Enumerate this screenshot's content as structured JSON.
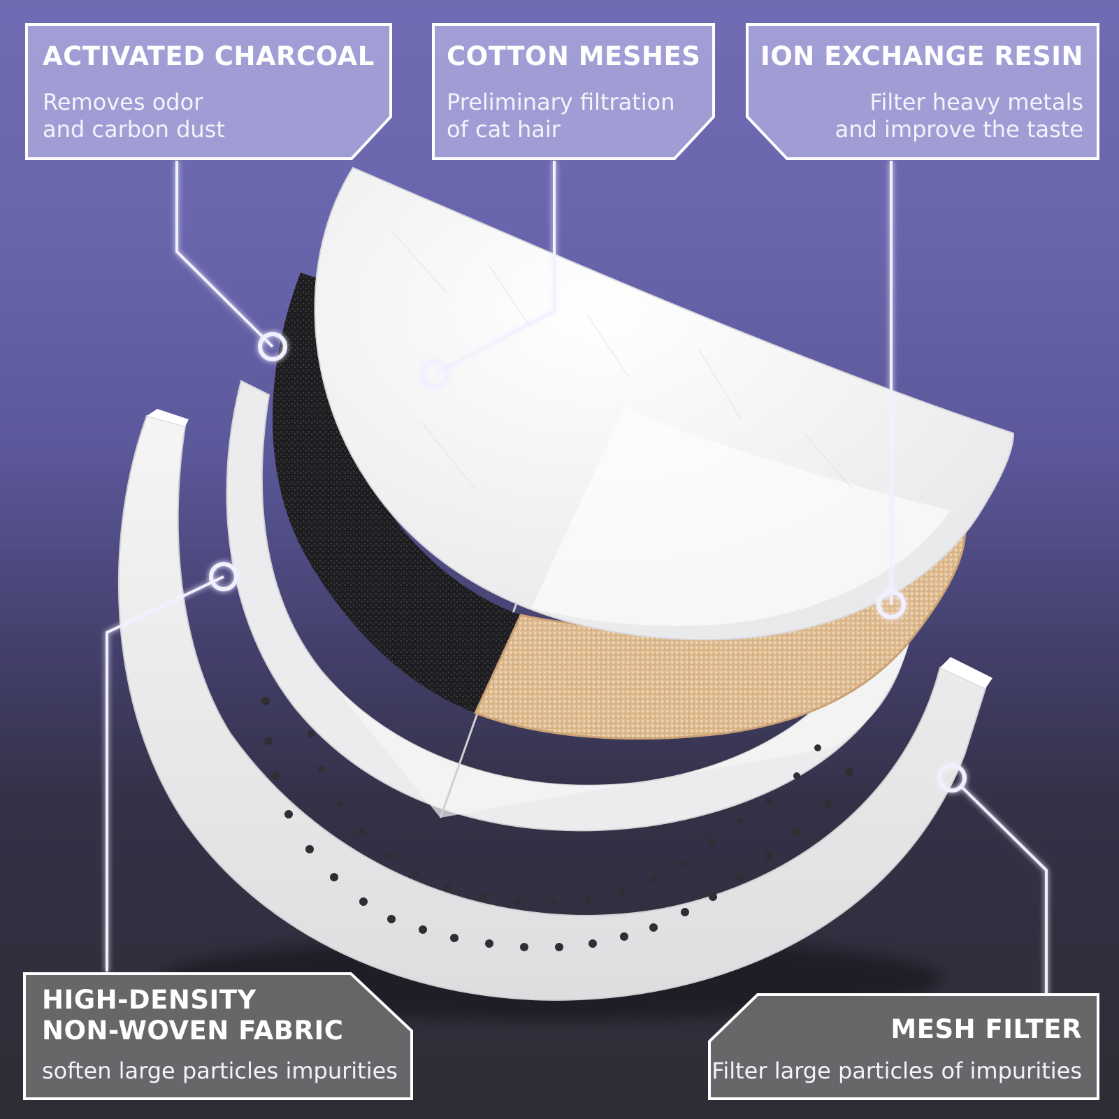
{
  "callouts": {
    "activated_charcoal": {
      "title": "ACTIVATED CHARCOAL",
      "line1": "Removes odor",
      "line2": "and carbon dust"
    },
    "cotton_meshes": {
      "title": "COTTON MESHES",
      "line1": "Preliminary filtration",
      "line2": "of cat hair"
    },
    "ion_exchange_resin": {
      "title": "ION EXCHANGE RESIN",
      "line1": "Filter heavy metals",
      "line2": "and improve the taste"
    },
    "non_woven_fabric": {
      "title_line1": "HIGH-DENSITY",
      "title_line2": "NON-WOVEN FABRIC",
      "line1": "soften large particles impurities"
    },
    "mesh_filter": {
      "title": "MESH FILTER",
      "line1": "Filter large particles of impurities"
    }
  },
  "colors": {
    "upper_panel": "#a5a2d8",
    "lower_panel": "#6a6a6c",
    "outline": "#ffffff",
    "glow": "#c9c5ff",
    "charcoal": "#1c1c1e",
    "resin": "#d9b690",
    "filter_white": "#f4f4f4"
  }
}
